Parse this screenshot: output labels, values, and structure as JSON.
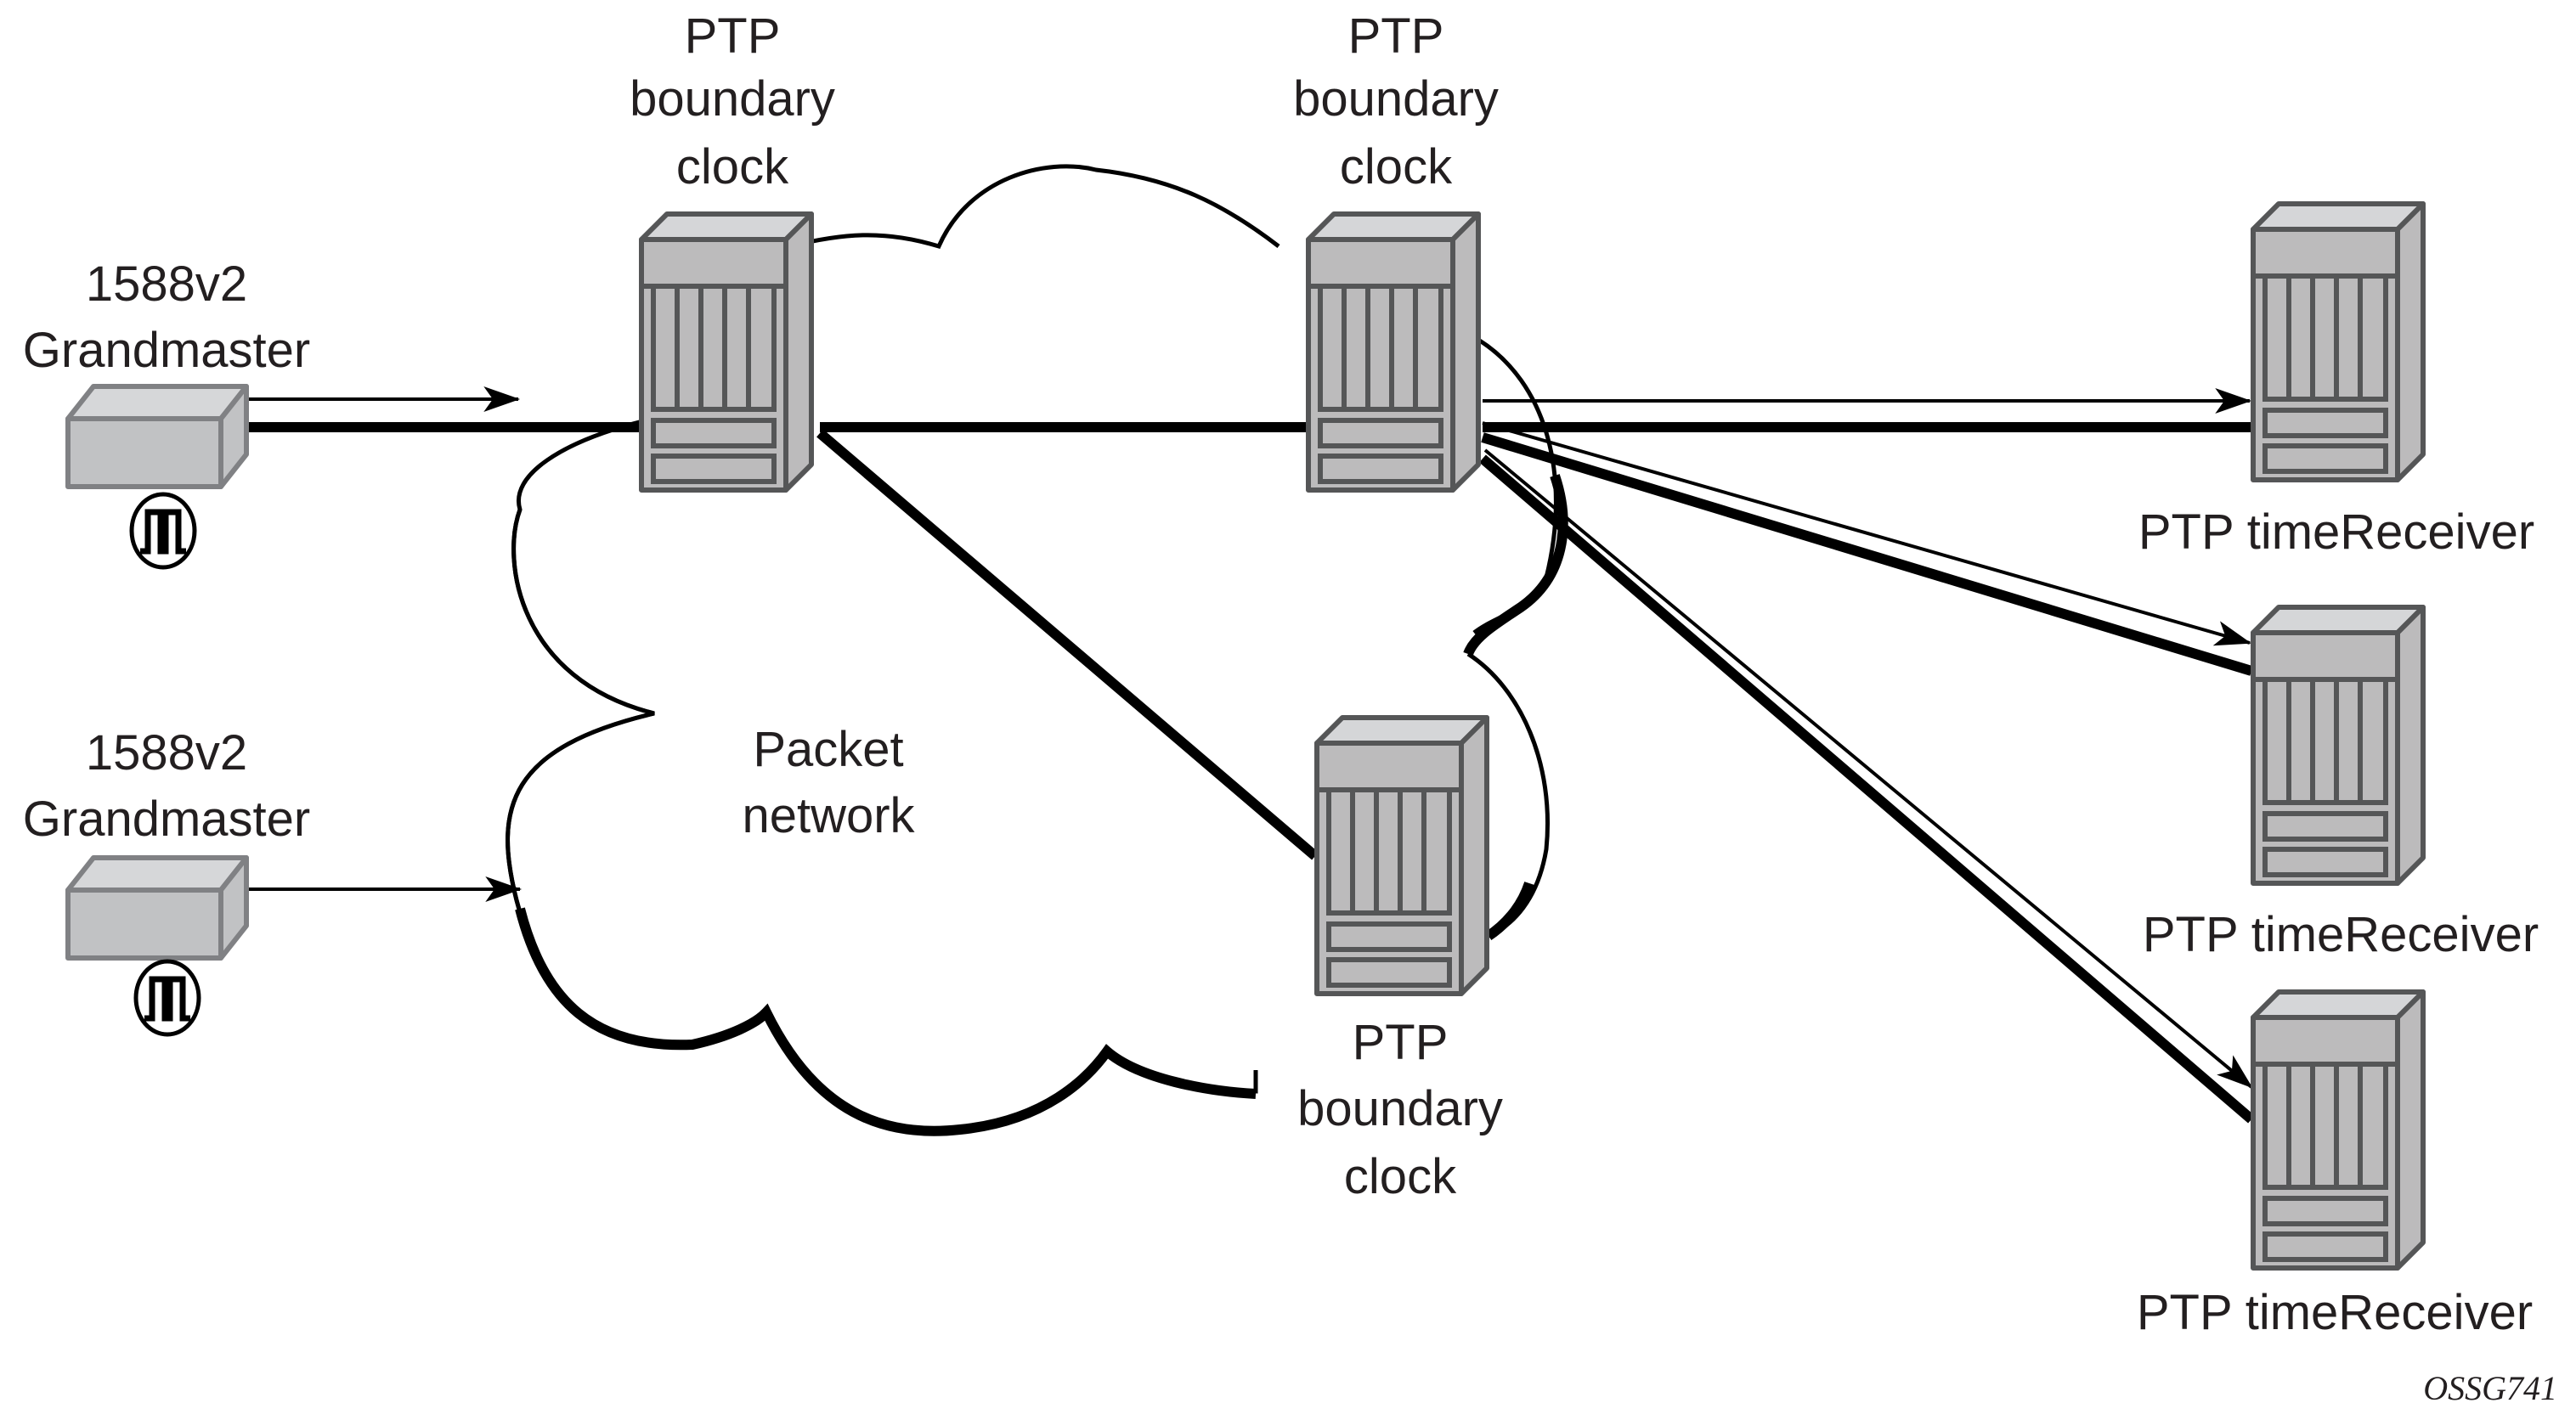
{
  "diagram": {
    "title": "PTP boundary clock topology over packet network",
    "figure_id": "OSSG741",
    "cloud_label": [
      "Packet",
      "network"
    ],
    "grandmasters": [
      {
        "id": "gm1",
        "label": [
          "1588v2",
          "Grandmaster"
        ],
        "icon": "square-wave-clock-icon"
      },
      {
        "id": "gm2",
        "label": [
          "1588v2",
          "Grandmaster"
        ],
        "icon": "square-wave-clock-icon"
      }
    ],
    "boundary_clocks": [
      {
        "id": "bc1",
        "label": [
          "PTP",
          "boundary",
          "clock"
        ]
      },
      {
        "id": "bc2",
        "label": [
          "PTP",
          "boundary",
          "clock"
        ]
      },
      {
        "id": "bc3",
        "label": [
          "PTP",
          "boundary",
          "clock"
        ]
      }
    ],
    "time_receivers": [
      {
        "id": "tr1",
        "label": "PTP timeReceiver"
      },
      {
        "id": "tr2",
        "label": "PTP timeReceiver"
      },
      {
        "id": "tr3",
        "label": "PTP timeReceiver"
      }
    ],
    "links": [
      {
        "from": "gm1",
        "to": "bc1",
        "type": "physical+timing-flow"
      },
      {
        "from": "gm2",
        "to": "cloud",
        "type": "timing-flow"
      },
      {
        "from": "bc1",
        "to": "bc2",
        "type": "physical"
      },
      {
        "from": "bc1",
        "to": "bc3",
        "type": "physical"
      },
      {
        "from": "bc2",
        "to": "tr1",
        "type": "physical+timing-flow"
      },
      {
        "from": "bc2",
        "to": "tr2",
        "type": "physical+timing-flow"
      },
      {
        "from": "bc2",
        "to": "tr3",
        "type": "physical+timing-flow"
      }
    ]
  }
}
